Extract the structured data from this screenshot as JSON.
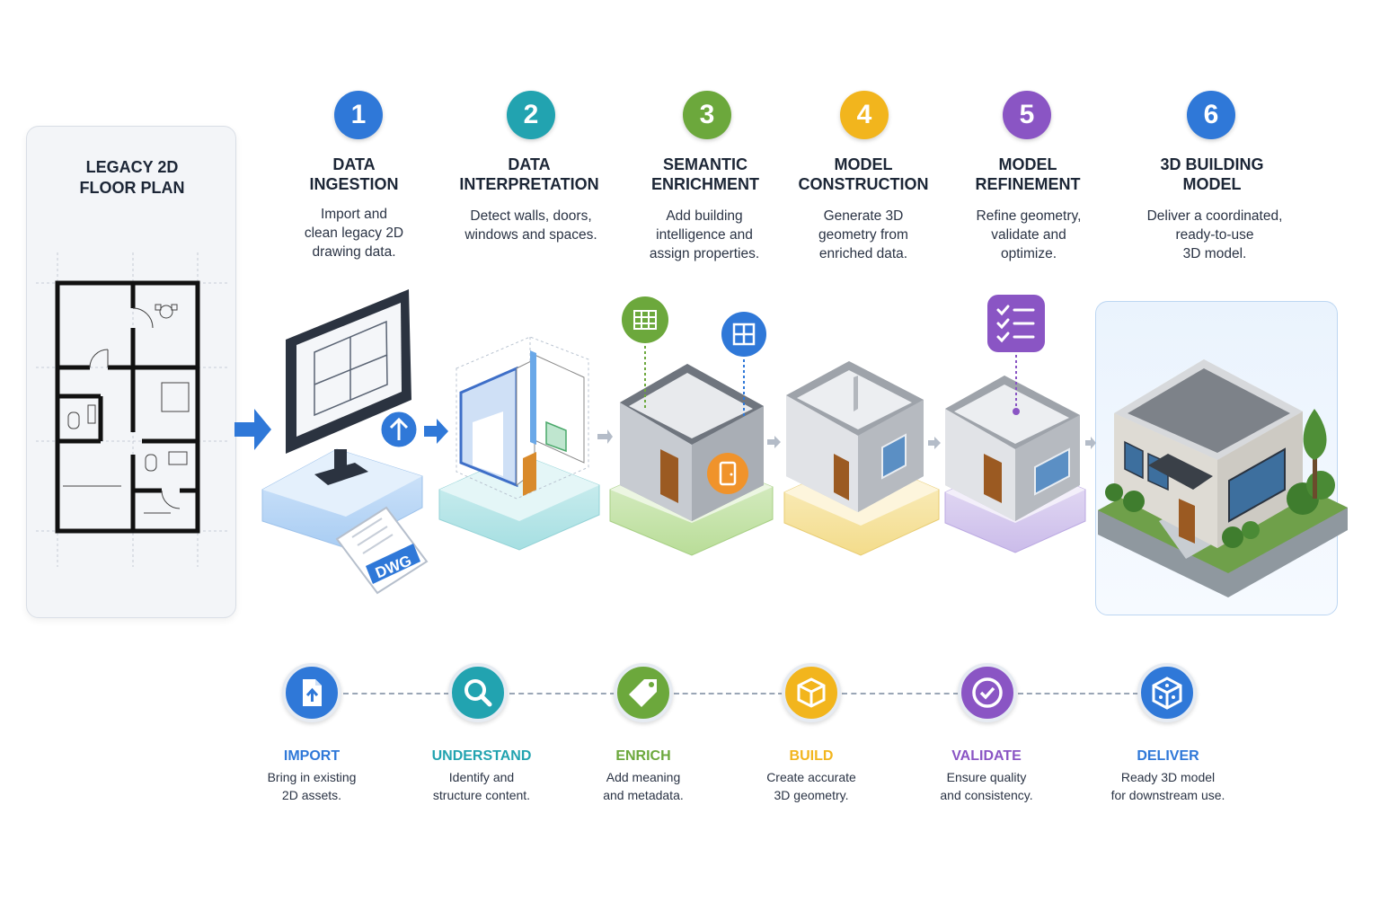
{
  "legacy": {
    "title": "LEGACY 2D\nFLOOR PLAN"
  },
  "file_badge": {
    "label": "DWG"
  },
  "steps": [
    {
      "number": "1",
      "title": "DATA\nINGESTION",
      "desc": "Import and\nclean legacy 2D\ndrawing data.",
      "color": "#2f78d8"
    },
    {
      "number": "2",
      "title": "DATA\nINTERPRETATION",
      "desc": "Detect walls, doors,\nwindows and spaces.",
      "color": "#22a3b0"
    },
    {
      "number": "3",
      "title": "SEMANTIC\nENRICHMENT",
      "desc": "Add building\nintelligence and\nassign properties.",
      "color": "#6ca83c"
    },
    {
      "number": "4",
      "title": "MODEL\nCONSTRUCTION",
      "desc": "Generate 3D\ngeometry from\nenriched data.",
      "color": "#f2b51d"
    },
    {
      "number": "5",
      "title": "MODEL\nREFINEMENT",
      "desc": "Refine geometry,\nvalidate and\noptimize.",
      "color": "#8a55c4"
    },
    {
      "number": "6",
      "title": "3D BUILDING\nMODEL",
      "desc": "Deliver a coordinated,\nready-to-use\n3D model.",
      "color": "#2f78d8"
    }
  ],
  "bottom": [
    {
      "title": "IMPORT",
      "desc": "Bring in existing\n2D assets.",
      "color": "#2f78d8",
      "icon": "file-upload-icon"
    },
    {
      "title": "UNDERSTAND",
      "desc": "Identify and\nstructure content.",
      "color": "#22a3b0",
      "icon": "magnifier-icon"
    },
    {
      "title": "ENRICH",
      "desc": "Add meaning\nand metadata.",
      "color": "#6ca83c",
      "icon": "tag-icon"
    },
    {
      "title": "BUILD",
      "desc": "Create accurate\n3D geometry.",
      "color": "#f2b51d",
      "icon": "cube-icon"
    },
    {
      "title": "VALIDATE",
      "desc": "Ensure quality\nand consistency.",
      "color": "#8a55c4",
      "icon": "check-circle-icon"
    },
    {
      "title": "DELIVER",
      "desc": "Ready 3D model\nfor downstream use.",
      "color": "#2f78d8",
      "icon": "delivery-box-icon"
    }
  ]
}
